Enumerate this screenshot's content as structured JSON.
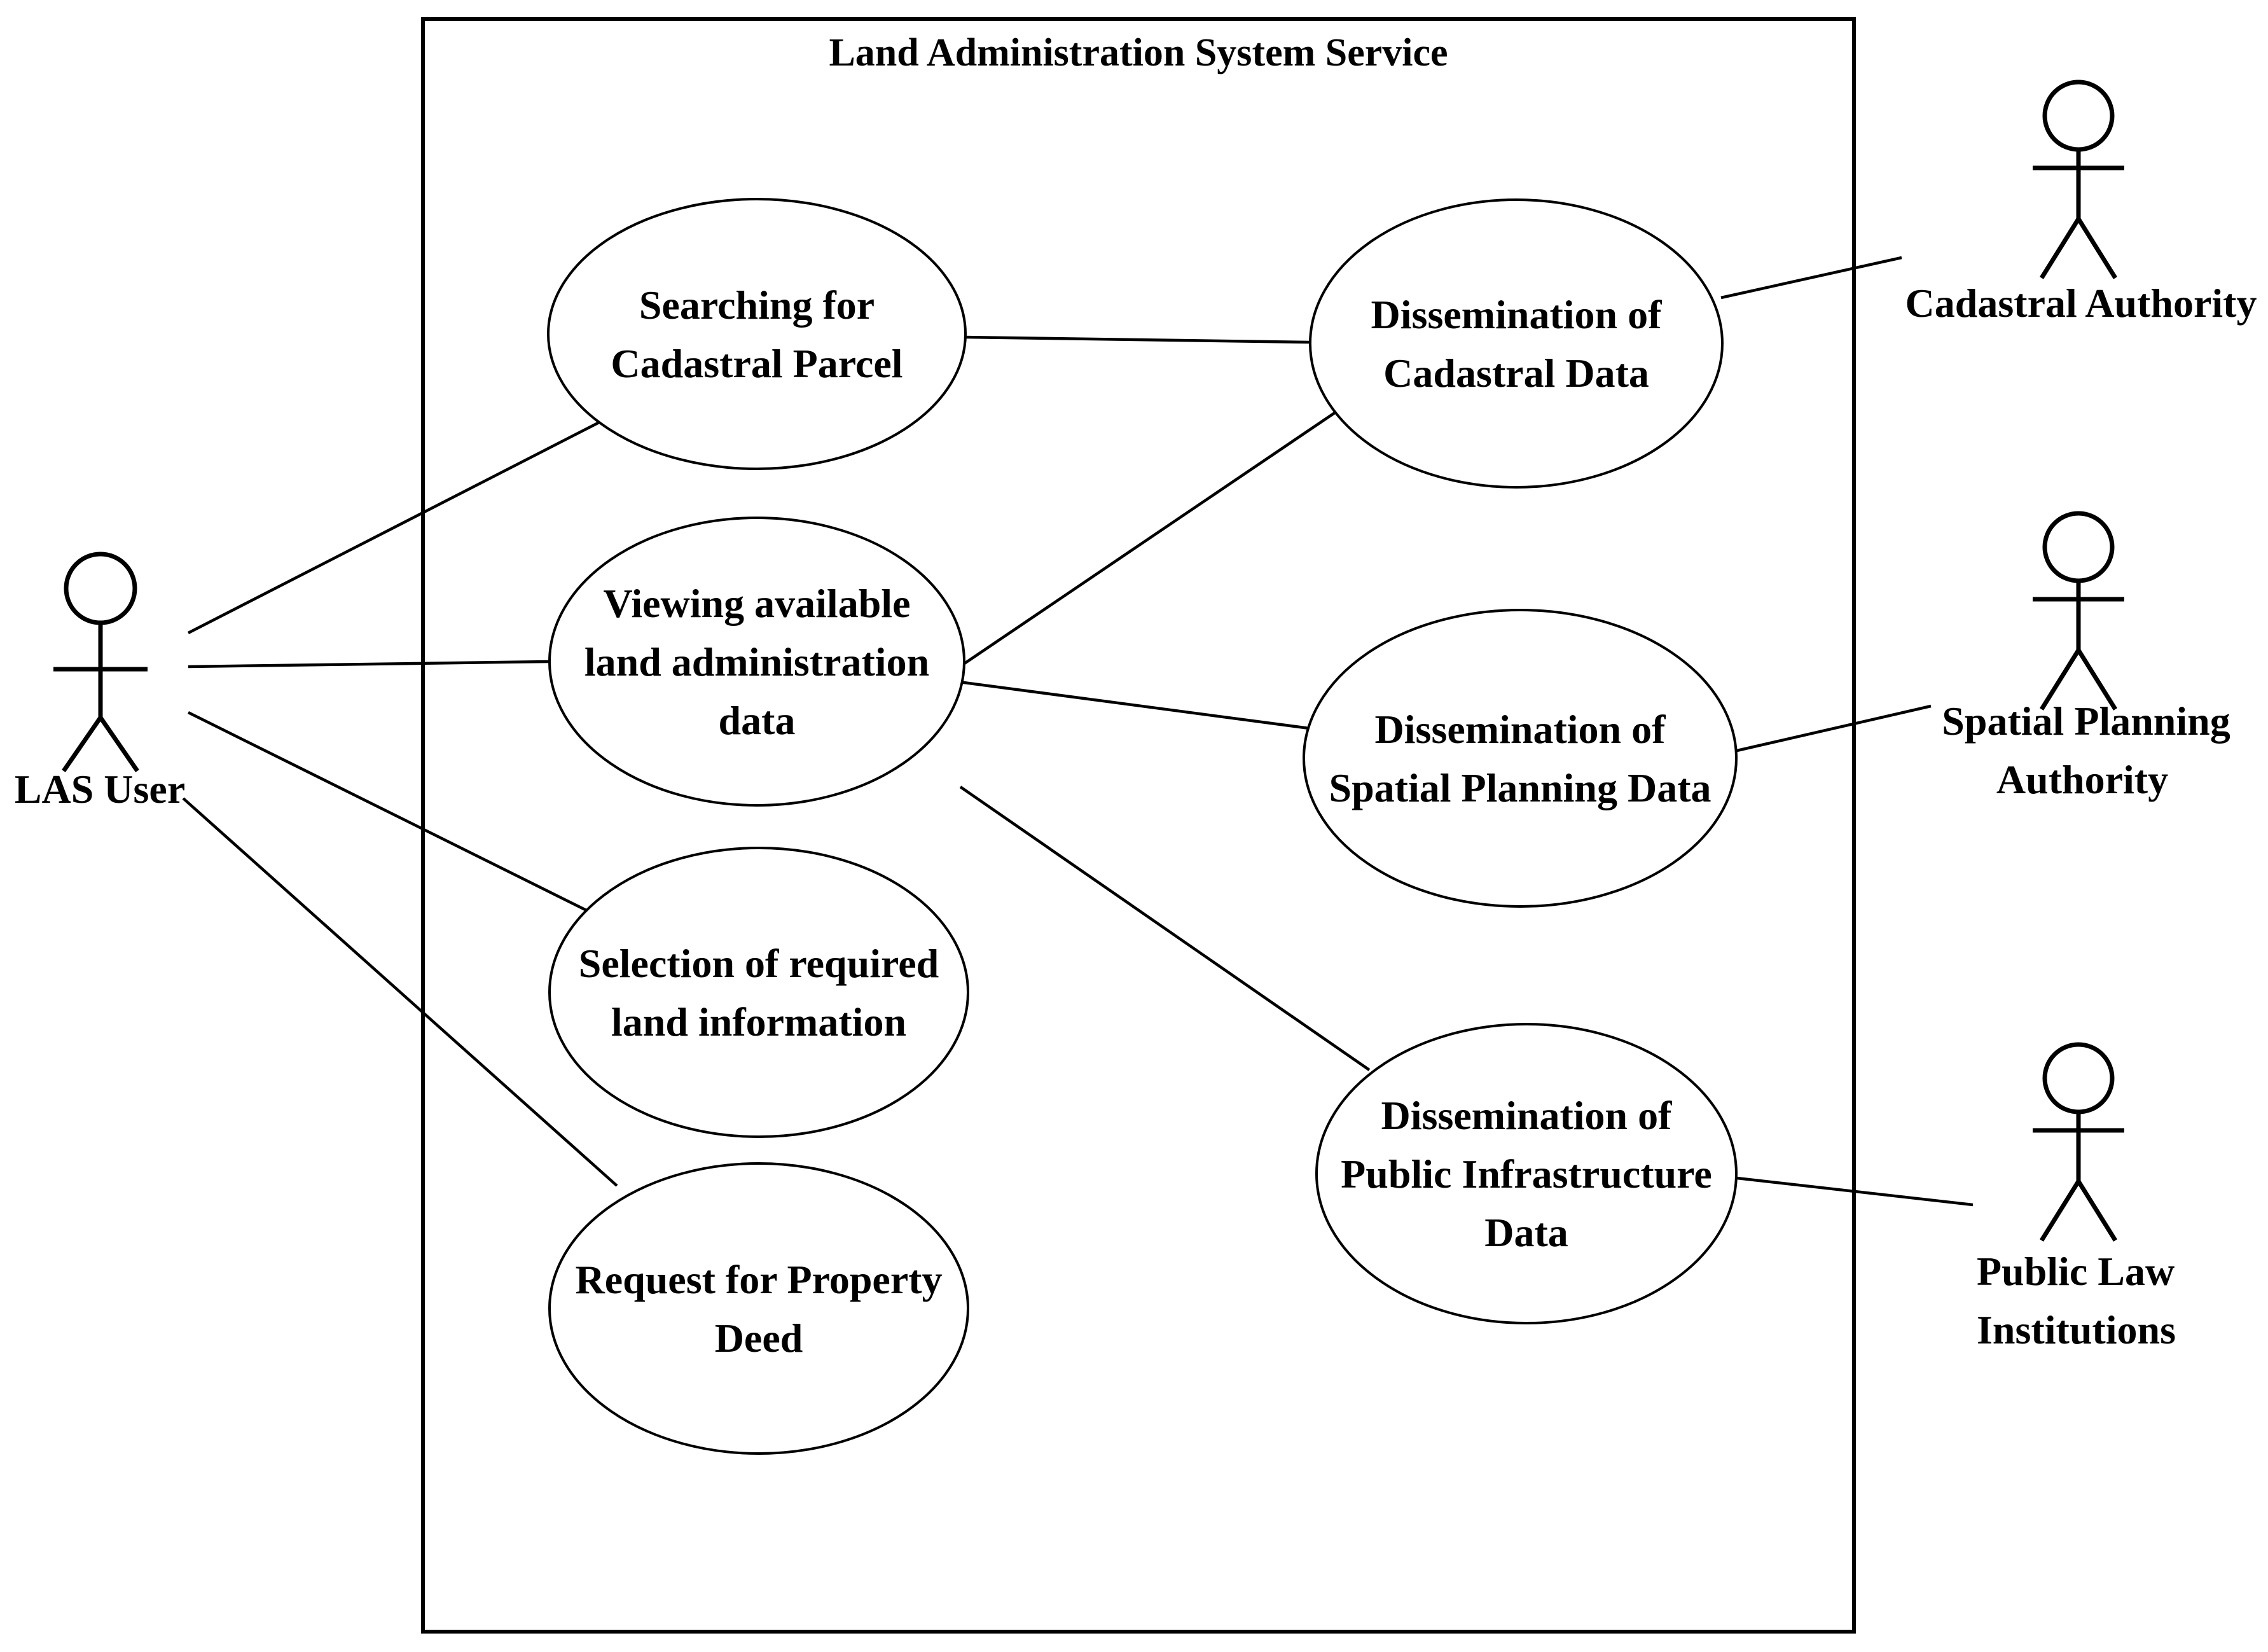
{
  "diagram": {
    "kind": "uml-use-case-diagram",
    "background": "#ffffff",
    "stroke_color": "#000000",
    "text_color": "#000000"
  },
  "system": {
    "title": "Land Administration System Service"
  },
  "actors": [
    {
      "id": "las_user",
      "label": [
        "LAS User"
      ]
    },
    {
      "id": "cadastral_authority",
      "label": [
        "Cadastral Authority"
      ]
    },
    {
      "id": "spatial_planning_authority",
      "label": [
        "Spatial Planning",
        "Authority"
      ]
    },
    {
      "id": "public_law_institutions",
      "label": [
        "Public Law",
        "Institutions"
      ]
    }
  ],
  "use_cases": [
    {
      "id": "searching_cadastral_parcel",
      "label": [
        "Searching for",
        "Cadastral Parcel"
      ]
    },
    {
      "id": "viewing_available_data",
      "label": [
        "Viewing available",
        "land administration",
        "data"
      ]
    },
    {
      "id": "selection_required_info",
      "label": [
        "Selection of required",
        "land information"
      ]
    },
    {
      "id": "request_property_deed",
      "label": [
        "Request for Property",
        "Deed"
      ]
    },
    {
      "id": "dissemination_cadastral",
      "label": [
        "Dissemination of",
        "Cadastral Data"
      ]
    },
    {
      "id": "dissemination_spatial",
      "label": [
        "Dissemination of",
        "Spatial Planning Data"
      ]
    },
    {
      "id": "dissemination_infrastructure",
      "label": [
        "Dissemination of",
        "Public Infrastructure",
        "Data"
      ]
    }
  ],
  "connections": [
    {
      "from": "las_user",
      "to": "searching_cadastral_parcel"
    },
    {
      "from": "las_user",
      "to": "viewing_available_data"
    },
    {
      "from": "las_user",
      "to": "selection_required_info"
    },
    {
      "from": "las_user",
      "to": "request_property_deed"
    },
    {
      "from": "searching_cadastral_parcel",
      "to": "dissemination_cadastral"
    },
    {
      "from": "viewing_available_data",
      "to": "dissemination_cadastral"
    },
    {
      "from": "viewing_available_data",
      "to": "dissemination_spatial"
    },
    {
      "from": "viewing_available_data",
      "to": "dissemination_infrastructure"
    },
    {
      "from": "dissemination_cadastral",
      "to": "cadastral_authority"
    },
    {
      "from": "dissemination_spatial",
      "to": "spatial_planning_authority"
    },
    {
      "from": "dissemination_infrastructure",
      "to": "public_law_institutions"
    }
  ]
}
